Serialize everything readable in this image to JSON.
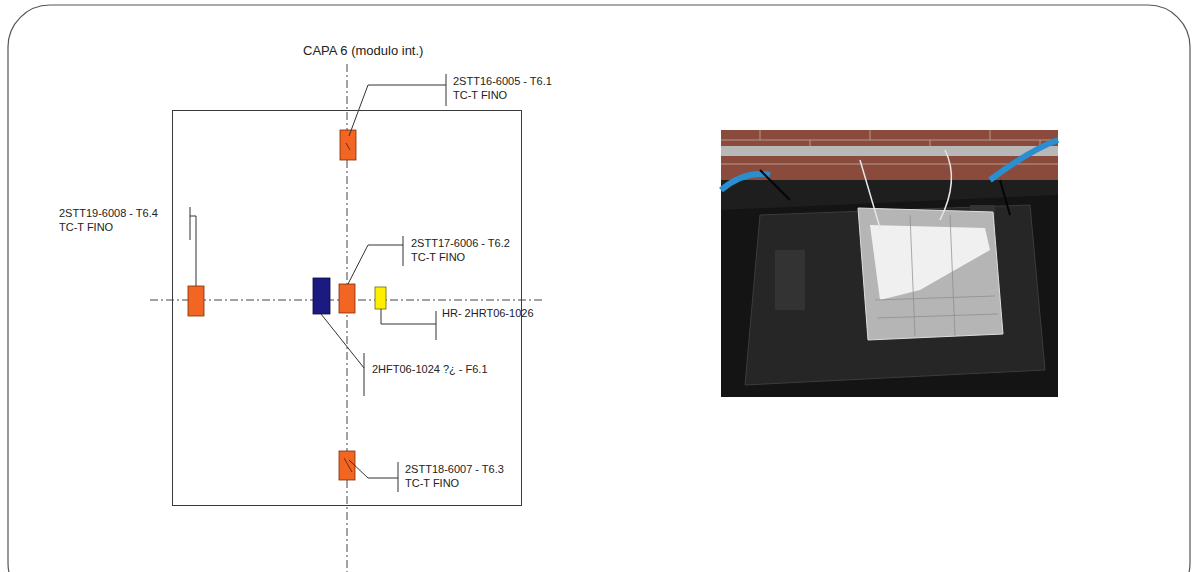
{
  "diagram": {
    "nodes": [
      {
        "text": [
          "CAPA 6 (modulo int.)"
        ]
      }
    ],
    "labels": [
      "2STT16-6005 - T6.1",
      "TC-T FINO",
      "2STT19-6008 - T6.4",
      "TC-T FINO",
      "2STT17-6006 - T6.2",
      "TC-T FINO",
      "HR- 2HRT06-1026",
      "2HFT06-1024 ?¿ - F6.1",
      "2STT18-6007 - T6.3",
      "TC-T FINO"
    ]
  }
}
